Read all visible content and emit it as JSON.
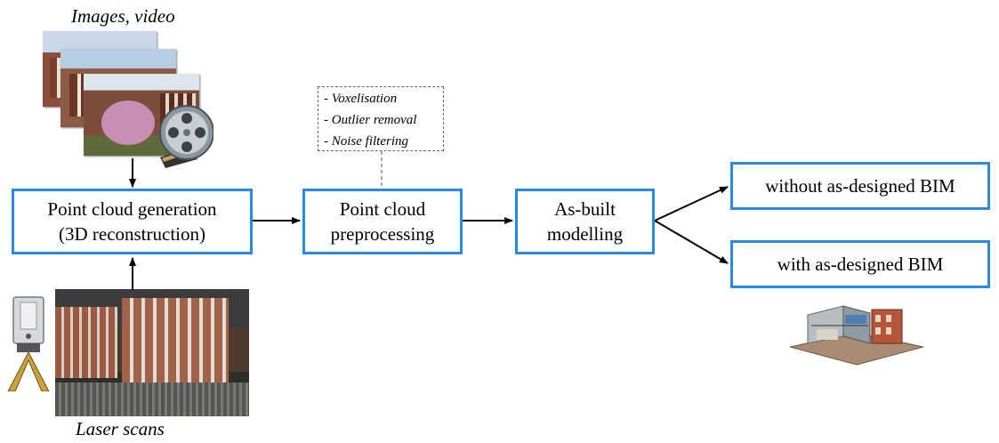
{
  "captions": {
    "top": "Images, video",
    "bottom": "Laser scans"
  },
  "boxes": {
    "generation": "Point cloud generation\n(3D reconstruction)",
    "preprocessing": "Point cloud\npreprocessing",
    "asbuilt": "As-built\nmodelling",
    "without": "without as-designed BIM",
    "with": "with as-designed BIM"
  },
  "preprocessing_steps": [
    "- Voxelisation",
    "- Outlier removal",
    "- Noise filtering"
  ],
  "colors": {
    "box_border": "#2a8ae6",
    "arrow": "#000000",
    "note_border": "#666666"
  },
  "icons": {
    "images": "photo-stack-icon",
    "video": "film-reel-icon",
    "scanner": "laser-scanner-icon",
    "scan": "laser-scan-photo",
    "bim": "bim-model-icon"
  }
}
